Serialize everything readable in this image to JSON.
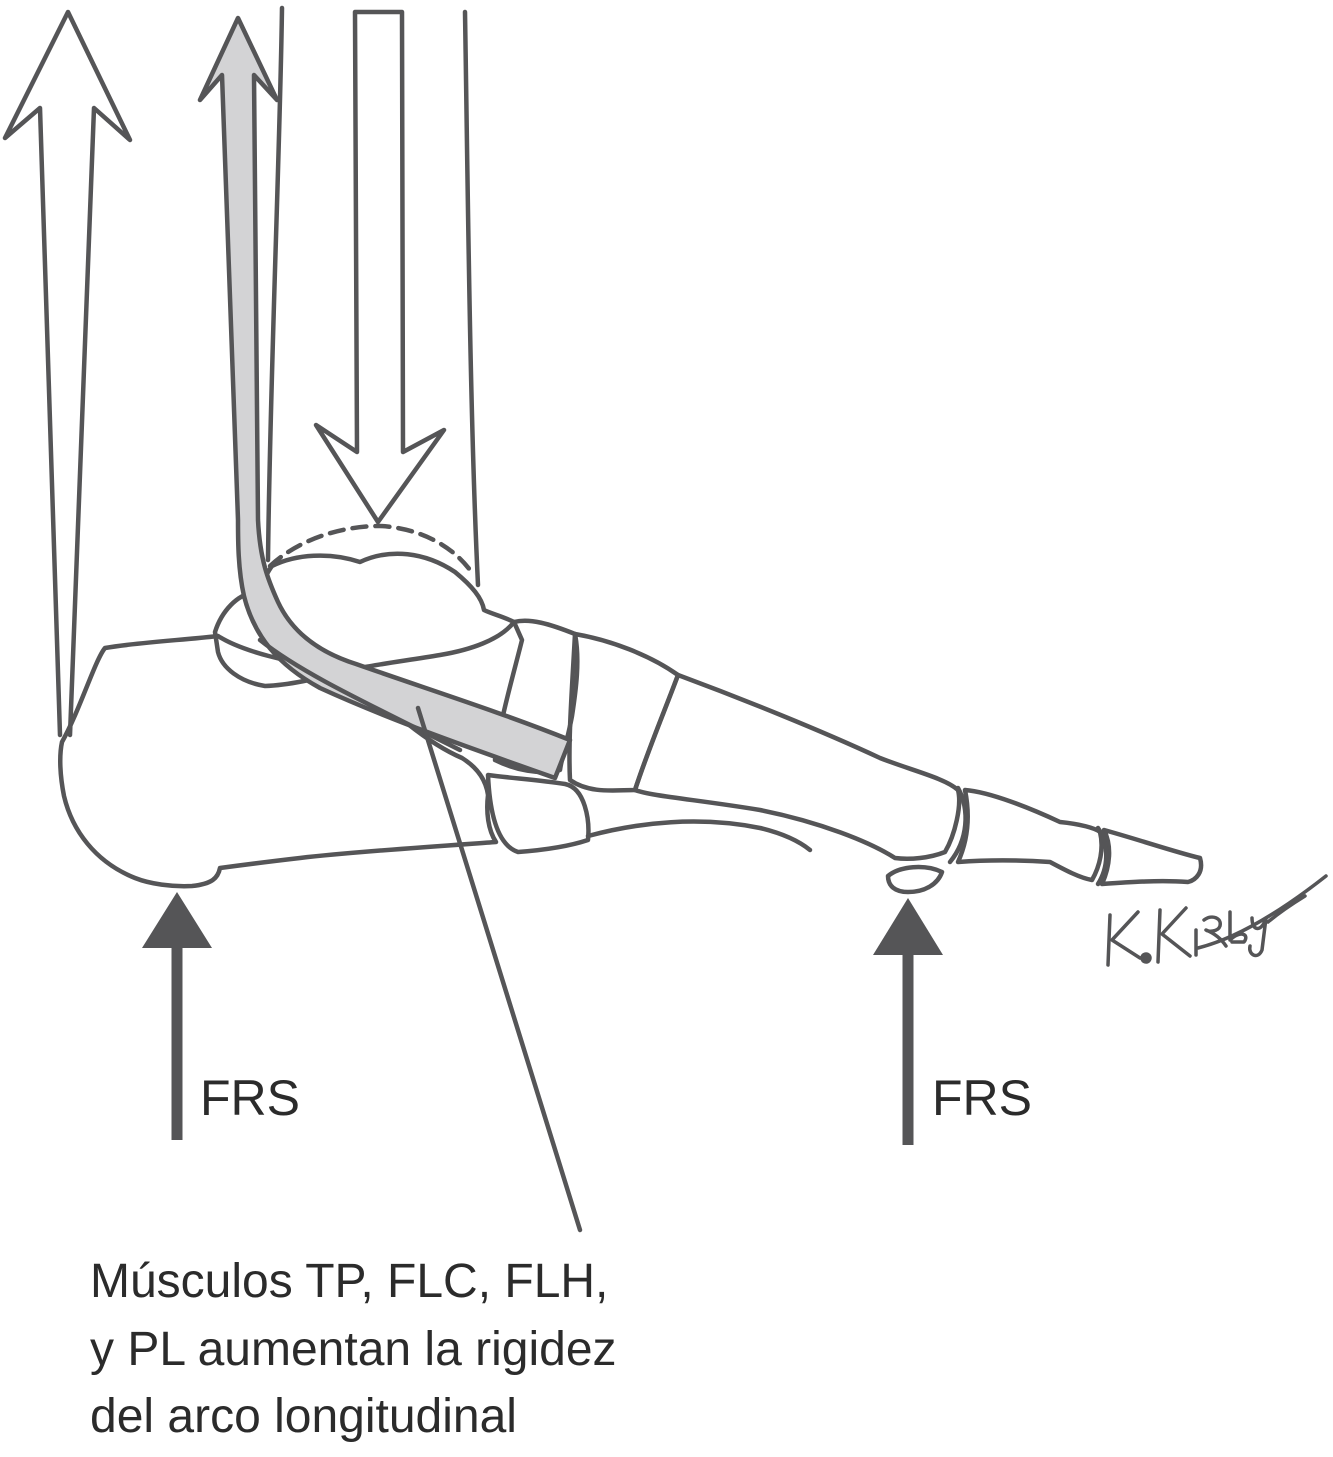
{
  "labels": {
    "frs_heel": "FRS",
    "frs_forefoot": "FRS",
    "caption_lines": [
      "Músculos TP, FLC, FLH,",
      "y PL aumentan la rigidez",
      "del arco longitudinal"
    ]
  },
  "signature": "K.Kirby",
  "colors": {
    "line": "#555557",
    "tendon_fill": "#d3d3d5",
    "text": "#2b2b2b",
    "background": "#ffffff"
  }
}
